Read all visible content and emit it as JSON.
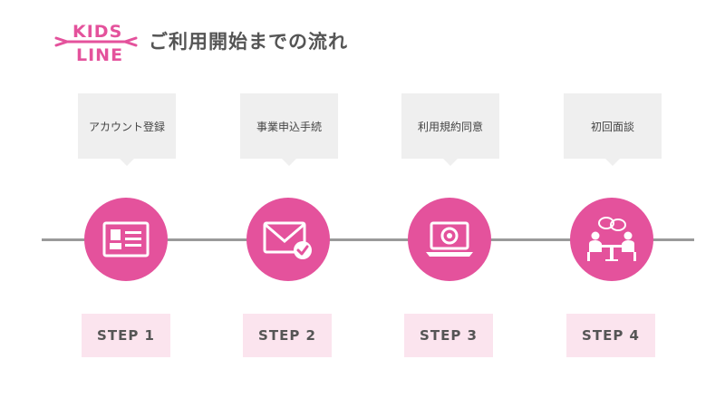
{
  "header": {
    "logo_top": "KIDS",
    "logo_bottom": "LINE",
    "title": "ご利用開始までの流れ"
  },
  "colors": {
    "accent": "#e4529c",
    "bubble": "#efefef",
    "label_bg": "#fbe4ee",
    "line": "#9a9a9a"
  },
  "steps": [
    {
      "bubble": "アカウント登録",
      "label": "STEP 1",
      "icon": "id-card-icon"
    },
    {
      "bubble": "事業申込手続",
      "label": "STEP 2",
      "icon": "mail-check-icon"
    },
    {
      "bubble": "利用規約同意",
      "label": "STEP 3",
      "icon": "laptop-browser-icon"
    },
    {
      "bubble": "初回面談",
      "label": "STEP 4",
      "icon": "meeting-icon"
    }
  ]
}
